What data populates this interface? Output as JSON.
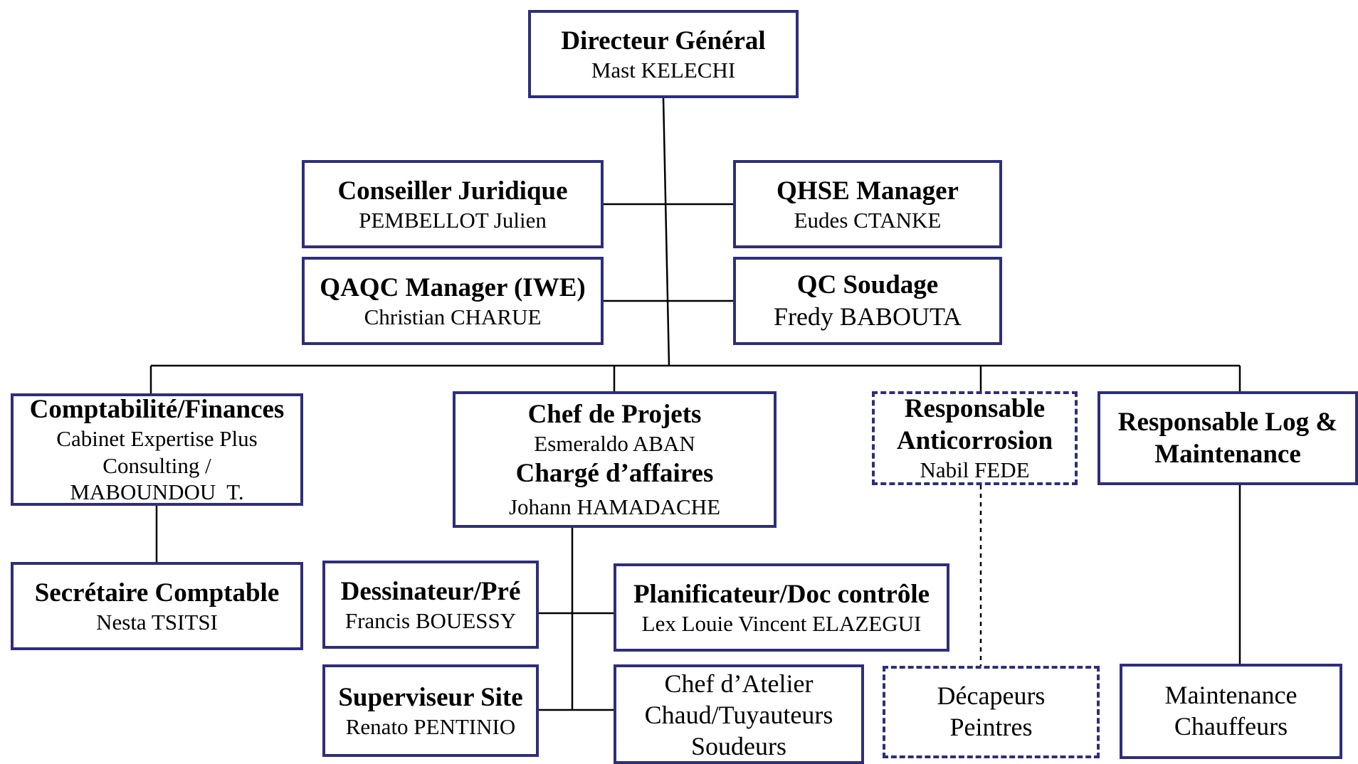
{
  "chart": {
    "director": {
      "title": "Directeur Général",
      "name": "Mast KELECHI"
    },
    "legal": {
      "title": "Conseiller Juridique",
      "name": "PEMBELLOT Julien"
    },
    "qhse": {
      "title": "QHSE Manager",
      "name": "Eudes CTANKE"
    },
    "qaqc": {
      "title": "QAQC Manager (IWE)",
      "name": "Christian CHARUE"
    },
    "qc_welding": {
      "title": "QC Soudage",
      "name": "Fredy BABOUTA"
    },
    "finance": {
      "title": "Comptabilité/Finances",
      "line1": "Cabinet Expertise Plus",
      "line2": "Consulting /",
      "line3": "MABOUNDOU  T."
    },
    "projects": {
      "title": "Chef de Projets",
      "name": "Esmeraldo ABAN",
      "title2": "Chargé d’affaires",
      "name2": "Johann HAMADACHE"
    },
    "anticorrosion": {
      "title1": "Responsable",
      "title2": "Anticorrosion",
      "name": "Nabil FEDE"
    },
    "logistics": {
      "title1": "Responsable Log &",
      "title2": "Maintenance"
    },
    "secretary": {
      "title": "Secrétaire Comptable",
      "name": "Nesta TSITSI"
    },
    "designer": {
      "title": "Dessinateur/Pré",
      "name": "Francis BOUESSY"
    },
    "planner": {
      "title": "Planificateur/Doc contrôle",
      "name": "Lex Louie Vincent ELAZEGUI"
    },
    "supervisor": {
      "title": "Superviseur Site",
      "name": "Renato PENTINIO"
    },
    "workshop": {
      "line1": "Chef d’Atelier",
      "line2": "Chaud/Tuyauteurs",
      "line3": "Soudeurs"
    },
    "painters": {
      "line1": "Décapeurs",
      "line2": "Peintres"
    },
    "maintenance": {
      "line1": "Maintenance",
      "line2": "Chauffeurs"
    }
  },
  "colors": {
    "border": "#2e2e7a",
    "connector": "#000000",
    "logo": "#e00000"
  }
}
